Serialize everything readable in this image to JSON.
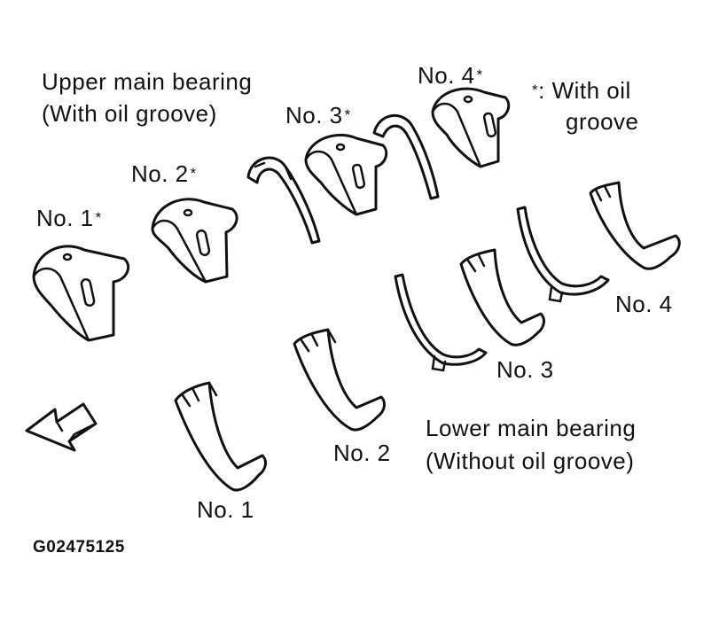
{
  "legend": {
    "upper_title": "Upper main bearing",
    "upper_subtitle": "(With oil groove)",
    "note_mark": "*",
    "note_text_1": ": With oil",
    "note_text_2": "groove",
    "lower_title": "Lower main bearing",
    "lower_subtitle": "(Without oil groove)",
    "figure_code": "G02475125"
  },
  "upper": [
    {
      "label": "No. 1",
      "mark": "*"
    },
    {
      "label": "No. 2",
      "mark": "*"
    },
    {
      "label": "No. 3",
      "mark": "*"
    },
    {
      "label": "No. 4",
      "mark": "*"
    }
  ],
  "lower": [
    {
      "label": "No. 1"
    },
    {
      "label": "No. 2"
    },
    {
      "label": "No. 3"
    },
    {
      "label": "No. 4"
    }
  ],
  "icons": {
    "direction": "front-direction-arrow-icon"
  }
}
